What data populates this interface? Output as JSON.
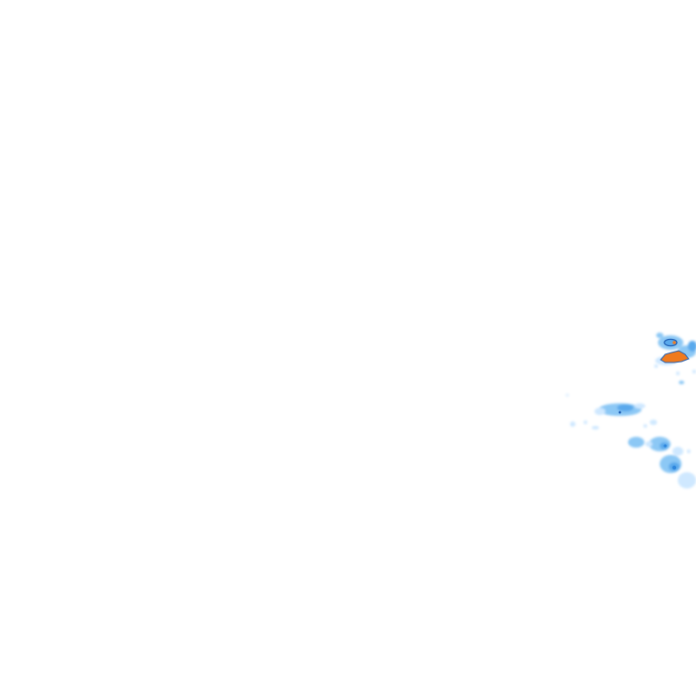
{
  "map": {
    "kind": "precipitation-radar-overlay",
    "background": "#ffffff",
    "legend_colors": {
      "light": "#cfe8ff",
      "moderate_light": "#8cc8f5",
      "moderate": "#5aa9ec",
      "heavy": "#2f86dc",
      "intense": "#f07a1e",
      "outline": "#1f5fb5"
    },
    "echo_clusters": [
      {
        "id": "north-cell",
        "max_intensity": "intense"
      },
      {
        "id": "central-band",
        "max_intensity": "heavy"
      },
      {
        "id": "southeast-band",
        "max_intensity": "heavy"
      },
      {
        "id": "scattered-light",
        "max_intensity": "light"
      }
    ]
  }
}
